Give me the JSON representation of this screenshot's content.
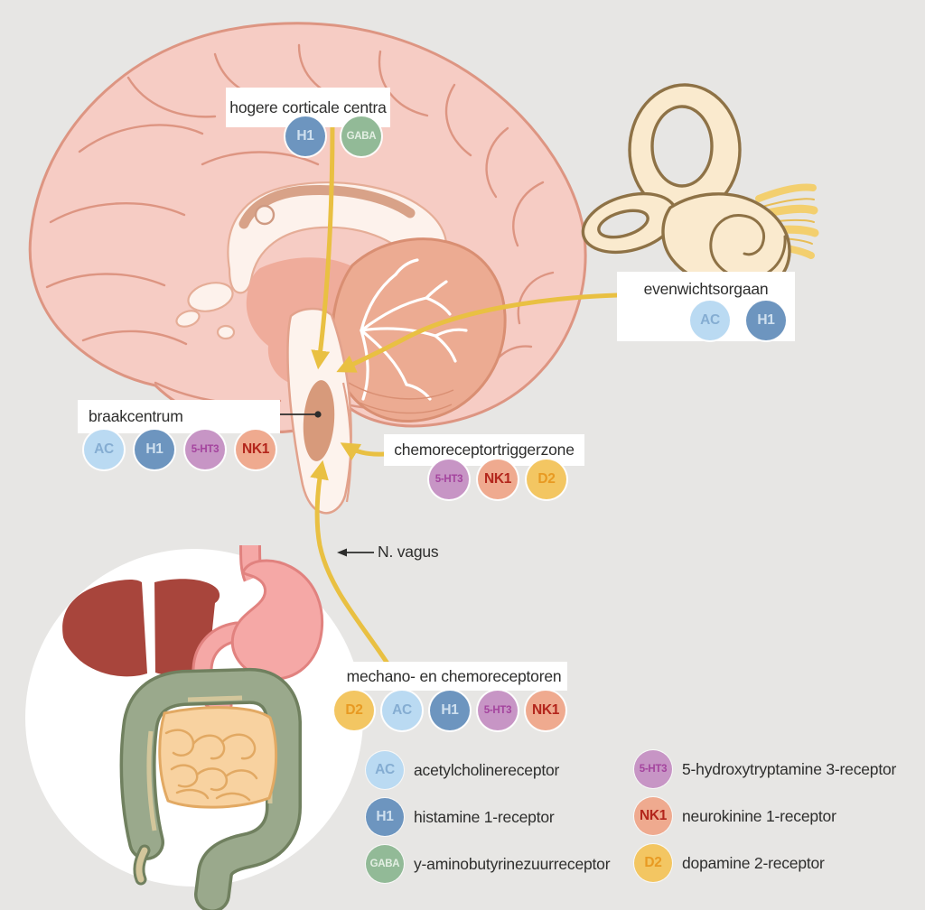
{
  "figure": {
    "background_color": "#e7e6e4",
    "arrow_color": "#e9c042",
    "label_box_color": "#ffffff",
    "text_color": "#2e2e2d"
  },
  "receptors": {
    "AC": {
      "label": "AC",
      "bg": "#badaf2",
      "fg": "#85add2"
    },
    "H1": {
      "label": "H1",
      "bg": "#6d95bf",
      "fg": "#cfe0ef"
    },
    "GABA": {
      "label": "GABA",
      "bg": "#92ba97",
      "fg": "#e3efe3"
    },
    "5HT3": {
      "label": "5-HT3",
      "bg": "#c795c5",
      "fg": "#a4449e"
    },
    "NK1": {
      "label": "NK1",
      "bg": "#efaa8f",
      "fg": "#b3251b"
    },
    "D2": {
      "label": "D2",
      "bg": "#f3c662",
      "fg": "#e89a22"
    }
  },
  "callouts": {
    "higher_cortical": {
      "label": "hogere corticale centra",
      "receptors": [
        "H1",
        "GABA"
      ]
    },
    "vestibular": {
      "label": "evenwichtsorgaan",
      "receptors": [
        "AC",
        "H1"
      ]
    },
    "vomiting_center": {
      "label": "braakcentrum",
      "receptors": [
        "AC",
        "H1",
        "5-HT3",
        "NK1"
      ]
    },
    "ctz": {
      "label": "chemoreceptortriggerzone",
      "receptors": [
        "5-HT3",
        "NK1",
        "D2"
      ]
    },
    "vagus": {
      "label": "N. vagus",
      "receptors": []
    },
    "mechano_chemo": {
      "label": "mechano- en chemoreceptoren",
      "receptors": [
        "D2",
        "AC",
        "H1",
        "5-HT3",
        "NK1"
      ]
    }
  },
  "legend": [
    {
      "key": "AC",
      "label": "acetylcholinereceptor"
    },
    {
      "key": "H1",
      "label": "histamine 1-receptor"
    },
    {
      "key": "GABA",
      "label": "y-aminobutyrinezuurreceptor"
    },
    {
      "key": "5HT3",
      "label": "5-hydroxytryptamine 3-receptor"
    },
    {
      "key": "NK1",
      "label": "neurokinine 1-receptor"
    },
    {
      "key": "D2",
      "label": "dopamine 2-receptor"
    }
  ]
}
